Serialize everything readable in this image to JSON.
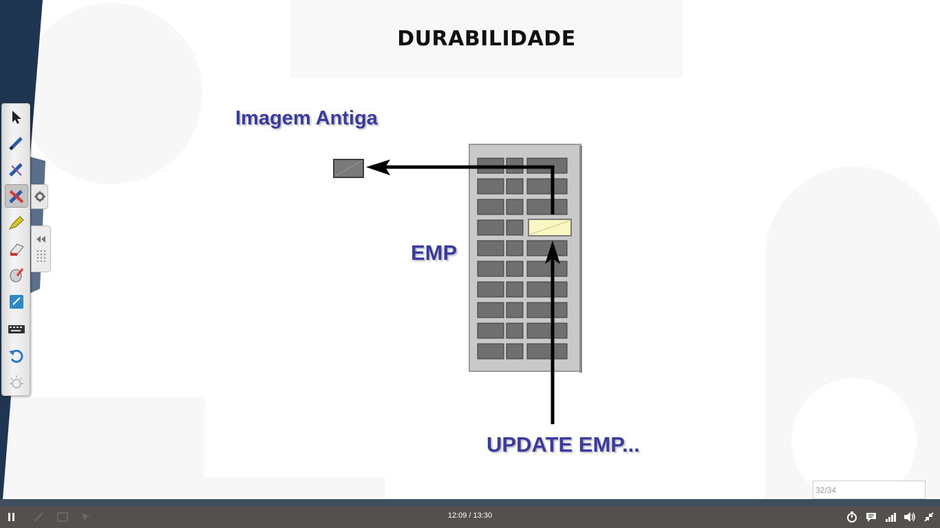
{
  "slide": {
    "title": "DURABILIDADE",
    "label_old_image": "Imagem Antiga",
    "label_table": "EMP",
    "label_update": "UPDATE EMP..."
  },
  "toolbar": {
    "tools": [
      "select-arrow-icon",
      "pen-icon",
      "creative-pen-icon",
      "smart-pen-icon",
      "highlighter-icon",
      "eraser-icon",
      "magic-pen-icon",
      "whiteboard-icon",
      "keyboard-icon",
      "undo-icon",
      "spotlight-icon"
    ],
    "active_tool": "smart-pen-icon"
  },
  "player": {
    "time": "12:09 / 13:30",
    "page_indicator": "32/34"
  },
  "colors": {
    "bottom_bar": "#53504d",
    "progress_track": "#3f4e5e",
    "slide_text": "#3a3aa0",
    "highlight_row": "#fbf7c2"
  }
}
